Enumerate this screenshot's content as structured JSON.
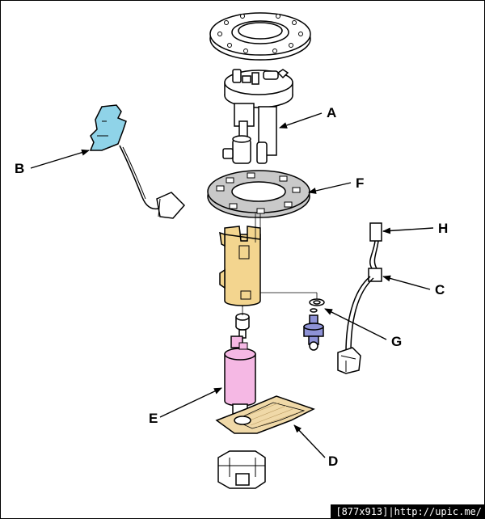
{
  "callouts": {
    "a": "A",
    "b": "B",
    "c": "C",
    "d": "D",
    "e": "E",
    "f": "F",
    "g": "G",
    "h": "H"
  },
  "badge": {
    "size": "[877x913]",
    "link": "http://upic.me/"
  },
  "colors": {
    "sender_unit": "#8fd3e8",
    "pump_housing": "#f3d58f",
    "pump_motor": "#f5b8e4",
    "pressure_regulator": "#8e92d6",
    "gasket_ring": "#c9c9c9",
    "line": "#000000"
  }
}
